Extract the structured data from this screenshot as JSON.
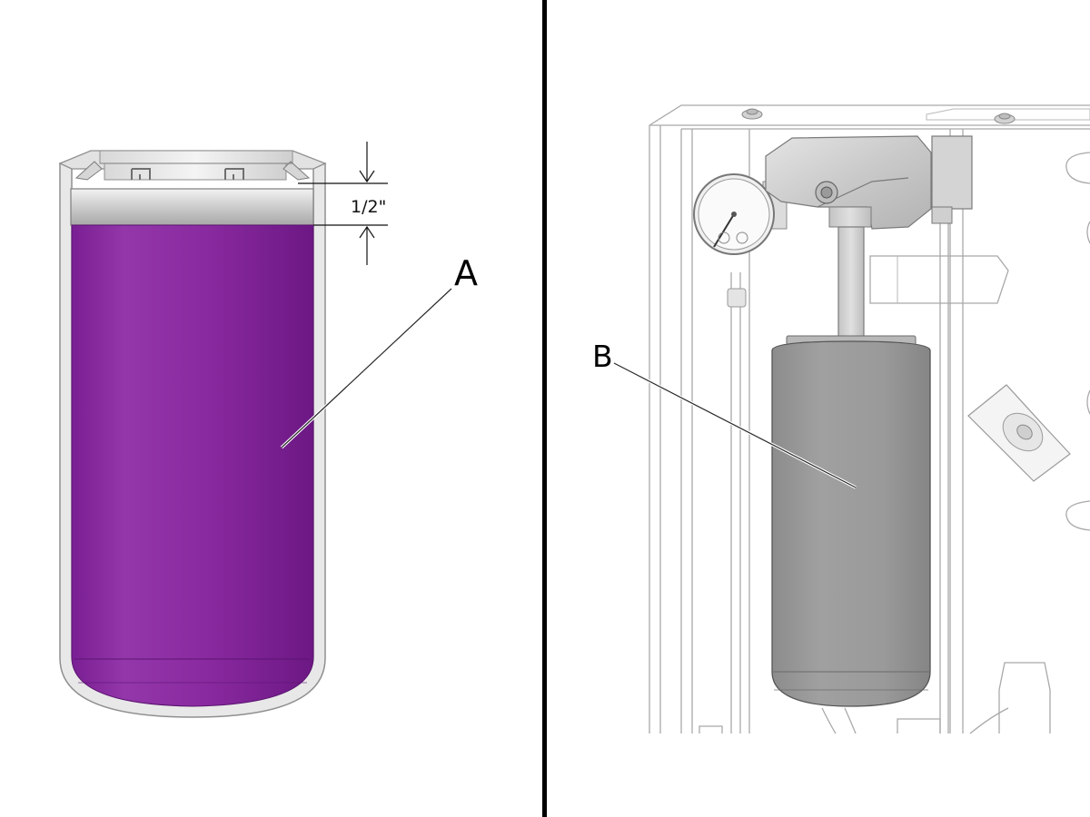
{
  "colors": {
    "filter_a": "#8a2aa0",
    "filter_a_dark": "#6f1b85",
    "filter_b": "#9a9a9a",
    "housing": "#e6e6e6",
    "divider": "#000000"
  },
  "left_panel": {
    "dimension_label": "1/2\"",
    "callout_label": "A"
  },
  "right_panel": {
    "callout_label": "B"
  }
}
